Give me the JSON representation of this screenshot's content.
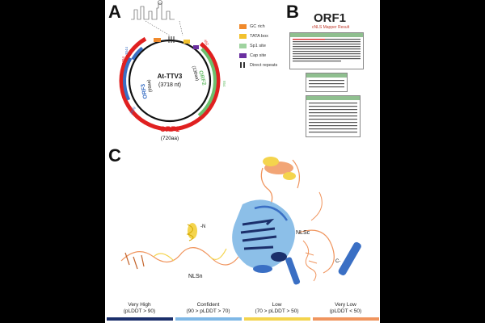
{
  "panels": {
    "a": "A",
    "b": "B",
    "c": "C"
  },
  "genome_map": {
    "name": "At-TTV3",
    "length": "(3718 nt)",
    "orf1_label": "ORF1",
    "orf1_aa": "(720aa)",
    "orf2_label": "ORF2",
    "orf2_aa": "(130aa)",
    "orf3_label": "ORF3",
    "orf3_aa": "(99aa)",
    "coord_orf2_start": "462",
    "coord_orf2_end": "854",
    "coord_orf3_a": "2894",
    "coord_orf3_b": "3044",
    "coord_orf1_end": "2609",
    "colors": {
      "orf1": "#e02020",
      "orf2": "#6dbf6d",
      "orf3": "#3a6fc4",
      "gc_rich": "#f08a2c",
      "tata": "#f2c12e",
      "sp1": "#9fd39f",
      "cap": "#6a2fa0"
    }
  },
  "legend": [
    {
      "label": "GC rich",
      "color": "#f08a2c"
    },
    {
      "label": "TATA box",
      "color": "#f2c12e"
    },
    {
      "label": "Sp1 site",
      "color": "#9fd39f"
    },
    {
      "label": "Cap site",
      "color": "#6a2fa0"
    },
    {
      "label": "Direct repeats",
      "color": "#333333"
    }
  ],
  "panel_b": {
    "title": "ORF1",
    "subtitle": "cNLS Mapper Result"
  },
  "panel_c": {
    "label_n": "-N",
    "label_c": "C-",
    "label_nlsn": "NLSn",
    "label_nlsc": "NLSc"
  },
  "plddt_bands": [
    {
      "title": "Very High",
      "range": "(pLDDT > 90)",
      "color": "#1b2f6b"
    },
    {
      "title": "Confident",
      "range": "(90 > pLDDT > 70)",
      "color": "#7fb8e6"
    },
    {
      "title": "Low",
      "range": "(70 > pLDDT > 50)",
      "color": "#f4d44d"
    },
    {
      "title": "Very Low",
      "range": "(pLDDT < 50)",
      "color": "#f0955e"
    }
  ]
}
